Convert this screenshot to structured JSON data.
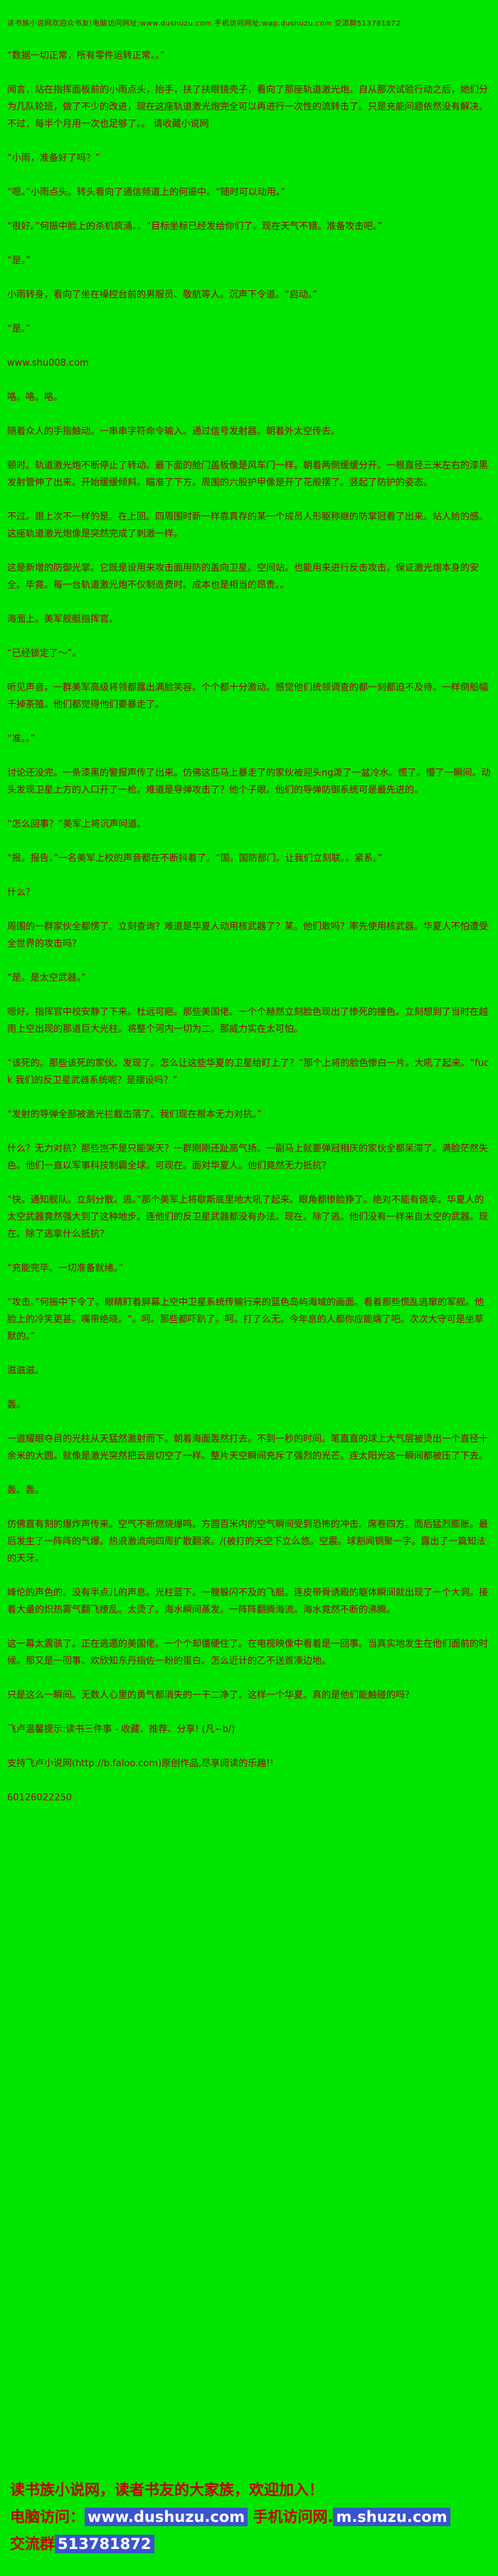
{
  "page": {
    "bg_color": "#00e600",
    "text_color": "#9b0303",
    "promo_color": "#c40000",
    "highlight_color": "#3a55cc"
  },
  "header": {
    "notice": "读书族小说网欢迎众书友!电脑访问网址:www.dushuzu.com 手机访问网址:wap.dushuzu.com 交流群513781872"
  },
  "content": {
    "paragraphs": [
      "“数据一切正常，所有零件运转正常。。”",
      "闻言，站在指挥面板前的小雨点头，抬手，扶了扶眼镜壳子，看向了那座轨道激光炮。自从那次试验行动之后，她们分为几队轮班，做了不少的改进，现在这座轨道激光炮完全可以再进行一次性的流转击了。只是充能问题依然没有解决。不过，每半个月用一次也足够了。。 请收藏小说网",
      "“小雨，准备好了吗？”",
      "“嗯。”小雨点头。转头看向了通信频道上的何振中。“随时可以动用。”",
      "“很好。”何振中脸上的杀机疯涌。。“目标坐标已经发给你们了。现在天气不错。准备攻击吧。”",
      "“是。”",
      "小雨转身，看向了坐在操控台前的男服员、敬航等人。沉声下令道。“启动。”",
      "“是。”",
      "www.shu008.com",
      "咯。咯。咯。",
      "随着众人的手指触动。一串串字符命令输入。通过信号发射器。朝着外太空传去。",
      "顿时。轨道激光炮不断停止了转动。最下面的舱门盖板像是风车门一样。朝着两侧缓缓分开。一根直径三米左右的漆黑发射管伸了出来。开始缓缓倾斜。瞄准了下方。周围的六股护甲像是开了花般摆了。竖起了防护的姿态。",
      "不过。跟上次不一样的是。在上回。四周围时新一样靠真存的某一个成员人形躯称继的防掌冠看了出来。站人给的感。这座轨道激光炮像是突然完成了刺激一样。",
      "这是新增的防御光掌。它既是设用来攻击面用防的盖向卫星。空间站。也能用来进行反击攻击。保证激光炮本身的安全。毕竟。每一台轨道激光炮不仅制造费时。成本也是相当的昂贵。。",
      "海面上。美军舰艇指挥官。",
      "“已经锁定了～”。",
      "听见声音。一群美军高级将领都露出满脸笑容。个个都十分激动。感觉他们统领调查的都一刻都迫不及待。一样倒船幅千掉茶殖。他们都觉得他们要暴走了。",
      "“准。。”",
      "讨论还没完。一条漆黑的警报声传了出来。仿佛这匹马上暴走了的家伙被迎头ng泼了一盆冷水。慌了。懵了一瞬间。动头发现卫星上方的入口开了一枪。难道是导弹攻击了？他个子眼。他们的导弹防御系统可是最先进的。",
      "“怎么回事？”美军上将沉声问道。",
      "“报。报告。”一名美军上校的声音都在不断抖着了。“国。国防部门。让我们立刻联。。紧系。”",
      "什么？",
      "周围的一群家伙全都愣了。立刻查询？难道是华夏人动用核武器了？某。他们敢吗？率先使用核武器。华夏人不怕遭受全世界的攻击吗？",
      "“是。是太空武器。”",
      "嗯好。指挥官中校安静了下来。杜远可疤。那些美国佬。一个个赫然立刻脸色现出了惨死的撞色。立刻想到了当时在越南上空出现的那道巨大光柱。将整个河内一切为二。那威力实在太可怕。",
      "“该死的。那些该死的家伙。发现了。怎么让这些华夏的卫星给盯上了？”那个上将的脸色惨白一片。大吼了起来。“fuck 我们的反卫星武器系统呢？是摆设吗？”",
      "“发射的导弹全部被激光拦截击落了。我们现在根本无力对抗。”",
      "什么？无力对抗？那些岂不是只能哭天？一群刚刚还趾高气扬。一副马上就要弹冠相庆的家伙全都呆滞了。满脸茫然失色。他们一直以军事科技制霸全球。可现在。面对华夏人。他们竟然无力抵抗？",
      "“快。通知舰队。立刻分散。逃。”那个美军上将歇斯底里地大吼了起来。眼角都惨脸狰了。绝对不能有侥幸。华夏人的太空武器竟然强大到了这种地步。连他们的反卫星武器都没有办法。现在。除了逃。他们没有一样来自太空的武器。现在。除了逃拿什么抵抗？",
      "“充能完毕。一切准备就绪。”",
      "“攻击。”何振中下令了。眼睛盯着屏幕上空中卫星系统传输行来的蓝色岛屿海域的画面。看着那些慌乱逃窜的军舰。他脸上的冷笑更甚。嘴带绝晓。“。呵。那些都吓趴了。呵。打了么无。今年息的人都你应能端了吧。次次大守可是坐草默的。”",
      "滋滋滋。",
      "轰。",
      "一道耀眼夺目的光柱从天猛然激射而下。朝着海面轰然打去。不到一秒的时间。笔直直的球上大气层被烫出一个直径十余米的大圆。就像是激光突然把云层切空了一样。整片天空瞬间充斥了强烈的光芒。连太阳光这一瞬间都被压了下去。",
      "轰。轰。",
      "仿佛直有刻的爆炸声传来。空气不断燃烧爆鸣。方圆百米内的空气瞬间受到恐怖的冲击。席卷四方。而后猛烈膨胀。最后发生了一阵阵的气爆。热浪激流向四周扩散翻滚。/(被打的天空下立么悠。空震。球割闻钢聚一字。露出了一篇知法的天牙。",
      "峰伦的声色的。没有半点儿的声息。光柱蓝下。一艘躲闪不及的飞艇。连皮带骨诱殿的躯体瞬间就出现了一个大洞。接着大量的炽热雾气翻飞缭乱。太烫了。海水瞬间蒸发。一阵阵翻腾海流。海水竟然不断的沸腾。",
      "这一幕太震骇了。正在逃遁的美国佬。一个个却僵硬住了。在电视映像中看着是一回事。当真实地发生在他们面前的时候。那又是一回事。欢欣知东丹指佐一粉的蛋白。怎么近计的乙不送首凑边地。",
      "只是这么一瞬间。无数人心里的勇气都消失的一干二净了。这样一个华夏。真的是他们能触碰的吗？",
      "飞卢温馨提示:读书三件事 - 收藏、推荐、分享! (凡~b/)",
      "支持飞卢小说网(http://b.faloo.com)原创作品,尽享阅读的乐趣!!",
      "60126022250"
    ]
  },
  "footer": {
    "promo_title": "读书族小说网，读者书友的大家族，欢迎加入！",
    "pc_label": "电脑访问：",
    "pc_url": "www.dushuzu.com",
    "mobile_label": "手机访问网.",
    "mobile_url": "m.shuzu.com",
    "group_label": "交流群",
    "group_number": "513781872"
  }
}
